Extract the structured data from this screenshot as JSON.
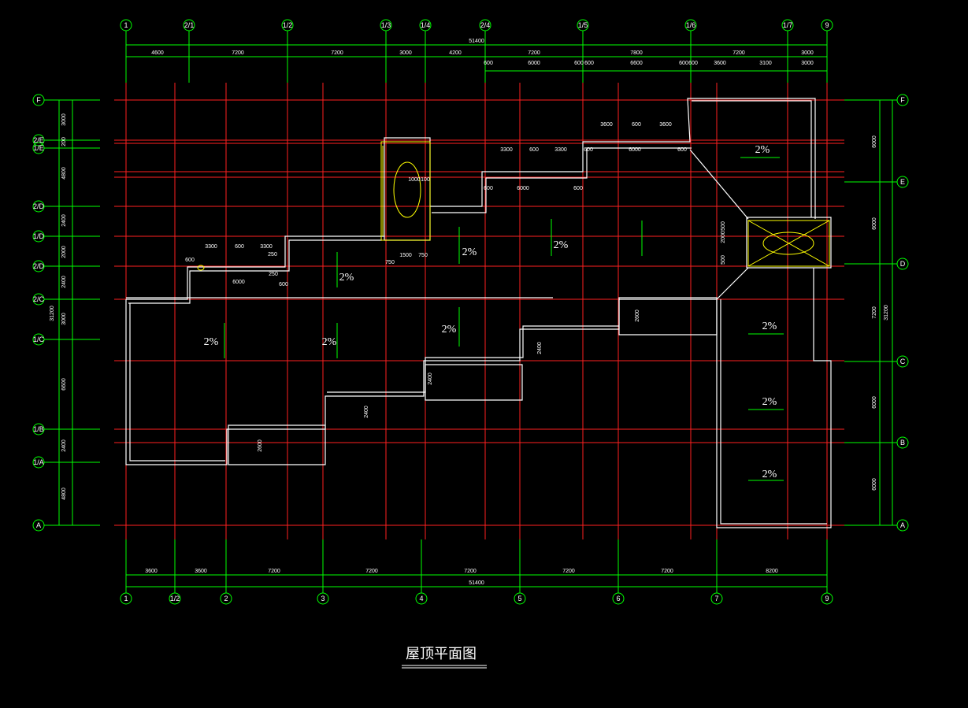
{
  "drawing": {
    "title": "屋顶平面图",
    "colors": {
      "background": "#000000",
      "grid_line": "#ff2020",
      "dimension": "#00ff00",
      "outline": "#ffffff",
      "feature": "#ffff00"
    },
    "axes_top": [
      "1",
      "2/1",
      "1/2",
      "1/3",
      "1/4",
      "2/4",
      "1/5",
      "1/6",
      "1/7",
      "9"
    ],
    "axes_bottom": [
      "1",
      "1/2",
      "2",
      "3",
      "4",
      "5",
      "6",
      "7",
      "9"
    ],
    "axes_left": [
      "F",
      "2/E",
      "1/E",
      "2/D",
      "1/D",
      "2/D",
      "2/C",
      "1/C",
      "1/B",
      "1/A",
      "A"
    ],
    "axes_right": [
      "F",
      "E",
      "D",
      "C",
      "B",
      "A"
    ],
    "dims_top_total": "51400",
    "dims_top_row1": [
      "4600",
      "7200",
      "7200",
      "3000",
      "4200",
      "7200",
      "7800",
      "7200",
      "3000"
    ],
    "dims_top_row2": [
      "600",
      "6000",
      "600",
      "600",
      "6600",
      "600",
      "600",
      "3600",
      "3100",
      "3000"
    ],
    "dims_bottom_total": "51400",
    "dims_bottom": [
      "3600",
      "3600",
      "7200",
      "7200",
      "7200",
      "7200",
      "7200",
      "8200"
    ],
    "dims_left": [
      "3000",
      "200",
      "4800",
      "2400",
      "2000",
      "2400",
      "3000",
      "6600",
      "2400",
      "4800"
    ],
    "dims_left_total": "31200",
    "dims_right": [
      "6000",
      "6000",
      "7200",
      "6000",
      "6000"
    ],
    "dims_right_total": "31200",
    "inner_labels": [
      "3300",
      "600",
      "3300",
      "600",
      "6000",
      "250",
      "250",
      "600",
      "3300",
      "600",
      "3300",
      "600",
      "6000",
      "600",
      "3600",
      "600",
      "3600",
      "600",
      "6000",
      "600",
      "1500",
      "750",
      "750",
      "1000",
      "100",
      "500",
      "2000",
      "500",
      "2600",
      "2400",
      "2400",
      "2400",
      "2600"
    ],
    "slopes": [
      "2%",
      "2%",
      "2%",
      "2%",
      "2%",
      "2%",
      "2%",
      "2%",
      "2%",
      "2%"
    ]
  }
}
